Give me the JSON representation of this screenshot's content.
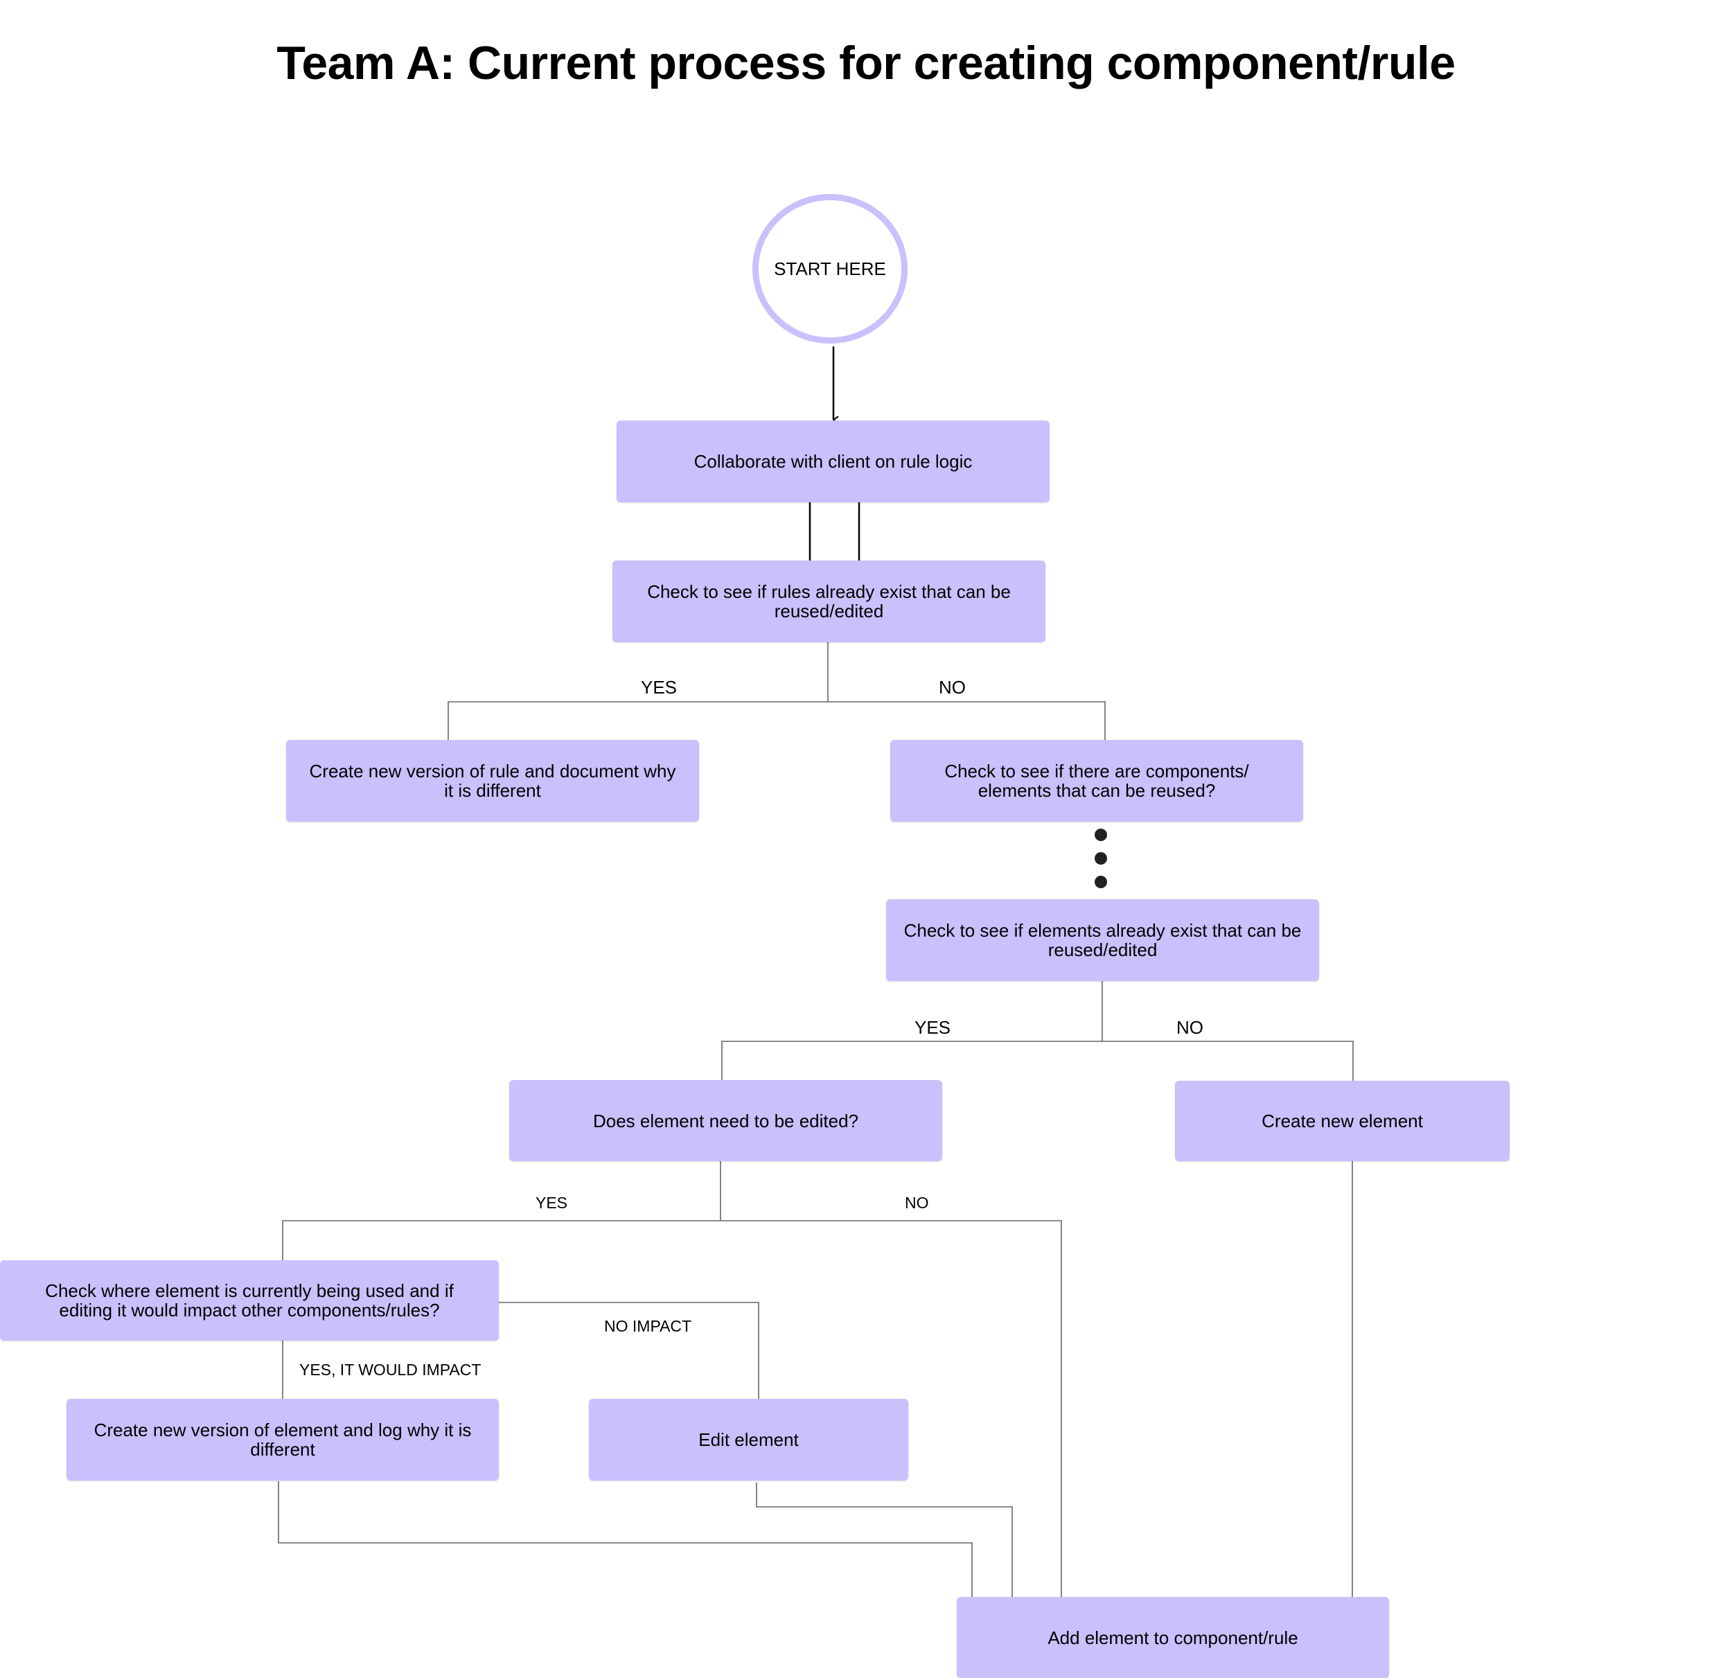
{
  "title": "Team A: Current process for creating component/rule",
  "colors": {
    "node_fill": "#cbbffc",
    "connector": "#666666",
    "arrow": "#000000"
  },
  "start": {
    "label": "START HERE"
  },
  "nodes": {
    "collaborate": "Collaborate with client on rule logic",
    "check_rules": "Check to see if rules already exist that can be reused/edited",
    "new_rule_version": "Create new version of rule and document why it is different",
    "check_components": "Check to see if there are components/ elements that can be reused?",
    "check_elements": "Check to see if elements already exist that can be reused/edited",
    "element_edit_q": "Does element need to be edited?",
    "create_element": "Create new element",
    "check_usage": "Check where element is currently being used and if editing it would impact other components/rules?",
    "new_element_version": "Create new version of element and log why it is different",
    "edit_element": "Edit element",
    "add_element": "Add element to component/rule"
  },
  "labels": {
    "rules_yes": "YES",
    "rules_no": "NO",
    "elements_yes": "YES",
    "elements_no": "NO",
    "edit_yes": "YES",
    "edit_no": "NO",
    "no_impact": "NO IMPACT",
    "yes_impact": "YES, IT WOULD IMPACT"
  }
}
